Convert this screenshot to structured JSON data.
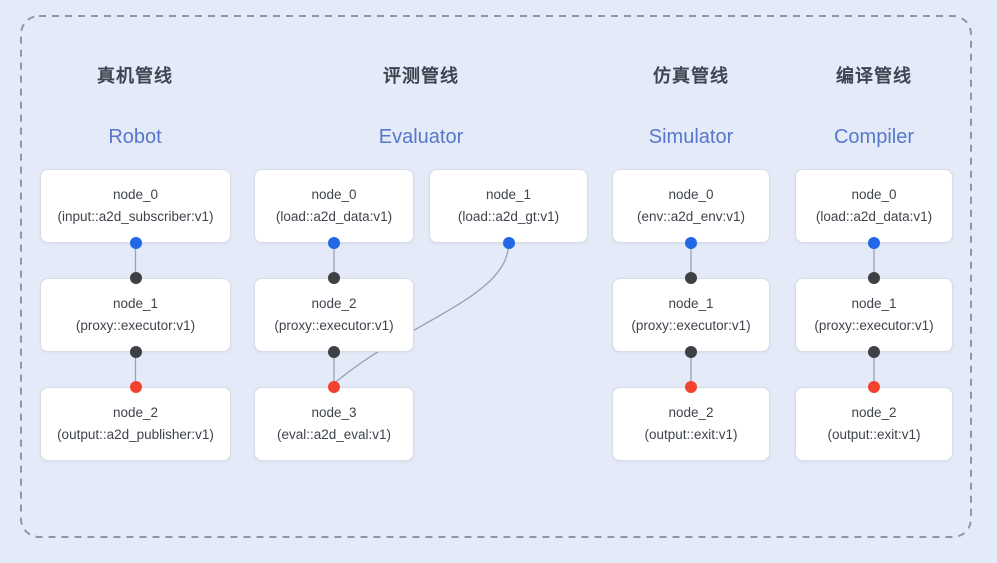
{
  "page": {
    "background_color": "#e4eaf7",
    "boundary_color": "#8f97a6",
    "edge_color": "#97a0b4"
  },
  "colors": {
    "node_bg": "#ffffff",
    "node_border": "#d8dce6",
    "node_text": "#3f444c",
    "pipeline_title_text": "#3e4450",
    "pipeline_subtitle_text": "#5678cb",
    "port_output_blue": "#2268e6",
    "port_proxy_dark": "#3d4044",
    "port_input_red": "#f2432f"
  },
  "pipelines": [
    {
      "title_zh": "真机管线",
      "title_en": "Robot",
      "nodes": [
        {
          "title": "node_0",
          "subtitle": "(input::a2d_subscriber:v1)",
          "ports": {
            "bottom": "blue"
          }
        },
        {
          "title": "node_1",
          "subtitle": "(proxy::executor:v1)",
          "ports": {
            "top": "dark",
            "bottom": "dark"
          }
        },
        {
          "title": "node_2",
          "subtitle": "(output::a2d_publisher:v1)",
          "ports": {
            "top": "red"
          }
        }
      ],
      "edges": [
        [
          "node_0",
          "node_1"
        ],
        [
          "node_1",
          "node_2"
        ]
      ]
    },
    {
      "title_zh": "评测管线",
      "title_en": "Evaluator",
      "nodes": [
        {
          "title": "node_0",
          "subtitle": "(load::a2d_data:v1)",
          "ports": {
            "bottom": "blue"
          }
        },
        {
          "title": "node_1",
          "subtitle": "(load::a2d_gt:v1)",
          "ports": {
            "bottom": "blue"
          }
        },
        {
          "title": "node_2",
          "subtitle": "(proxy::executor:v1)",
          "ports": {
            "top": "dark",
            "bottom": "dark"
          }
        },
        {
          "title": "node_3",
          "subtitle": "(eval::a2d_eval:v1)",
          "ports": {
            "top": "red"
          }
        }
      ],
      "edges": [
        [
          "node_0",
          "node_2"
        ],
        [
          "node_2",
          "node_3"
        ],
        [
          "node_1",
          "node_3"
        ]
      ]
    },
    {
      "title_zh": "仿真管线",
      "title_en": "Simulator",
      "nodes": [
        {
          "title": "node_0",
          "subtitle": "(env::a2d_env:v1)",
          "ports": {
            "bottom": "blue"
          }
        },
        {
          "title": "node_1",
          "subtitle": "(proxy::executor:v1)",
          "ports": {
            "top": "dark",
            "bottom": "dark"
          }
        },
        {
          "title": "node_2",
          "subtitle": "(output::exit:v1)",
          "ports": {
            "top": "red"
          }
        }
      ],
      "edges": [
        [
          "node_0",
          "node_1"
        ],
        [
          "node_1",
          "node_2"
        ]
      ]
    },
    {
      "title_zh": "编译管线",
      "title_en": "Compiler",
      "nodes": [
        {
          "title": "node_0",
          "subtitle": "(load::a2d_data:v1)",
          "ports": {
            "bottom": "blue"
          }
        },
        {
          "title": "node_1",
          "subtitle": "(proxy::executor:v1)",
          "ports": {
            "top": "dark",
            "bottom": "dark"
          }
        },
        {
          "title": "node_2",
          "subtitle": "(output::exit:v1)",
          "ports": {
            "top": "red"
          }
        }
      ],
      "edges": [
        [
          "node_0",
          "node_1"
        ],
        [
          "node_1",
          "node_2"
        ]
      ]
    }
  ]
}
